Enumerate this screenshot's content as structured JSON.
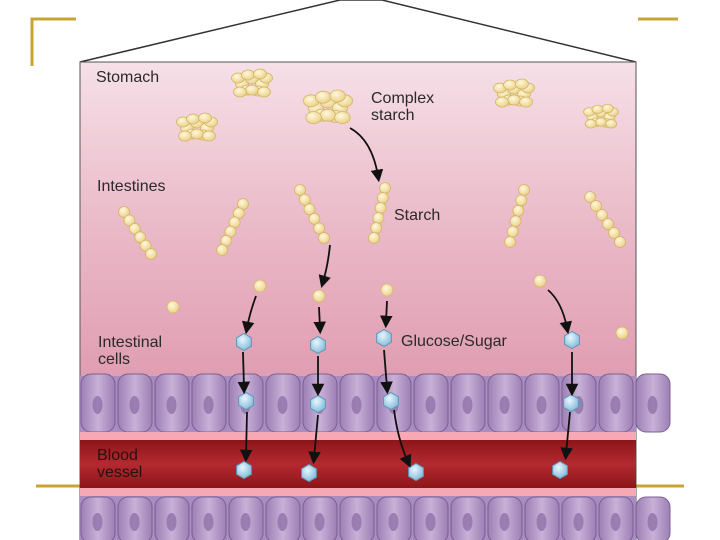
{
  "diagram": {
    "labels": {
      "stomach": "Stomach",
      "complex_starch": "Complex\nstarch",
      "intestines": "Intestines",
      "starch": "Starch",
      "intestinal_cells": "Intestinal\ncells",
      "glucose_sugar": "Glucose/Sugar",
      "blood_vessel": "Blood\nvessel"
    },
    "colors": {
      "slide_accent": "#c8a431",
      "stomach_bg": "#f4dbe2",
      "intestine_bg": "#dc90a6",
      "cell_fill": "#b79cc8",
      "cell_nucleus": "#9a7db0",
      "blood": "#a42127",
      "starch": "#f4e2a4",
      "glucose": "#a9d4ea"
    },
    "icons": [
      "house-frame",
      "starch-cluster",
      "starch-chain",
      "starch-granule",
      "glucose-molecule",
      "down-arrow"
    ]
  }
}
